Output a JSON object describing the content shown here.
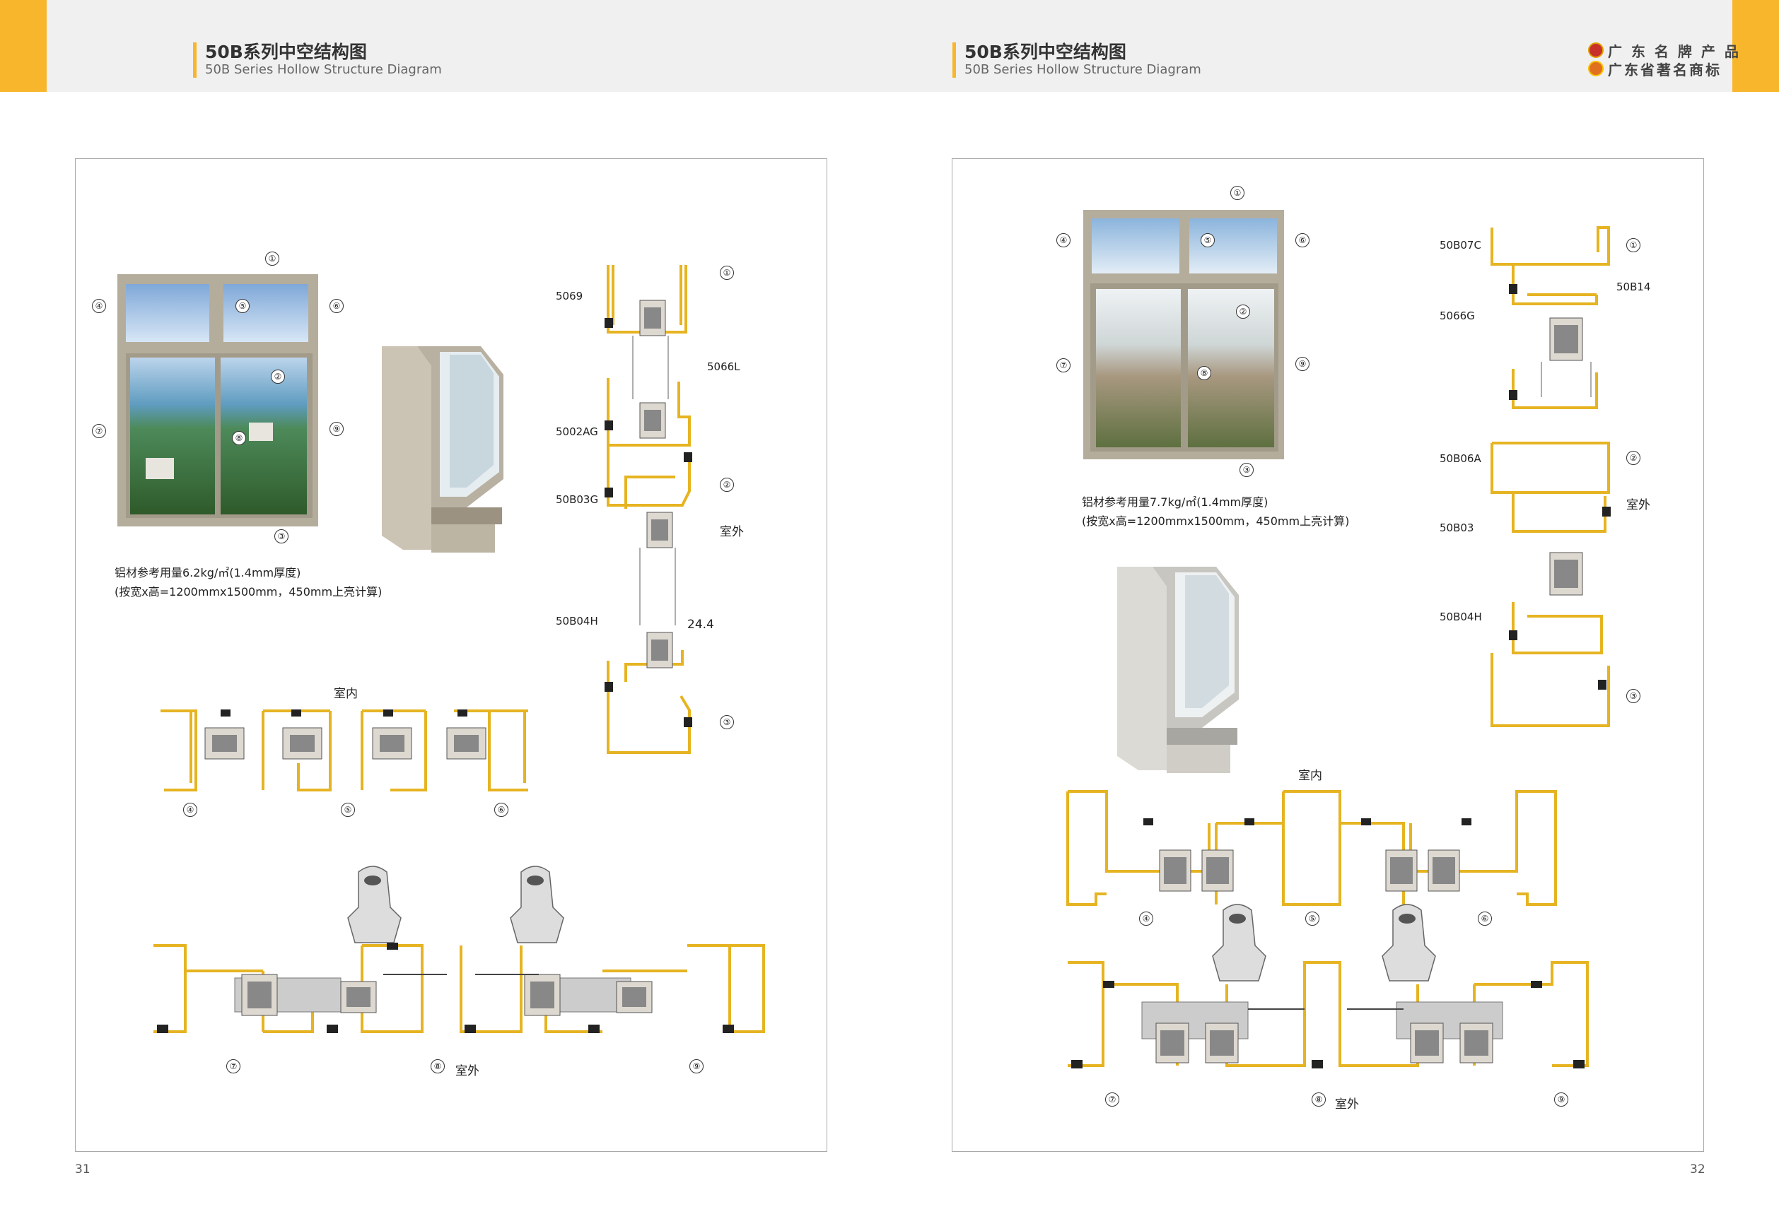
{
  "header": {
    "left": {
      "title": "50B系列中空结构图",
      "subtitle": "50B Series Hollow Structure Diagram"
    },
    "right": {
      "title": "50B系列中空结构图",
      "subtitle": "50B Series Hollow Structure Diagram"
    },
    "brand": [
      "广 东 名 牌 产 品",
      "广东省著名商标"
    ]
  },
  "left_page": {
    "page_number": "31",
    "note_line1": "铝材参考用量6.2kg/㎡(1.4mm厚度)",
    "note_line2": "(按宽x高=1200mmx1500mm，450mm上亮计算)",
    "profile_labels": [
      "5069",
      "5066L",
      "5002AG",
      "50B03G",
      "50B04H"
    ],
    "dimension": "24.4",
    "indoor": "室内",
    "outdoor": "室外"
  },
  "right_page": {
    "page_number": "32",
    "note_line1": "铝材参考用量7.7kg/㎡(1.4mm厚度)",
    "note_line2": "(按宽x高=1200mmx1500mm，450mm上亮计算)",
    "profile_labels": [
      "50B07C",
      "50B14",
      "5066G",
      "50B06A",
      "50B03",
      "50B04H"
    ],
    "indoor": "室内",
    "outdoor": "室外"
  },
  "markers": [
    "①",
    "②",
    "③",
    "④",
    "⑤",
    "⑥",
    "⑦",
    "⑧",
    "⑨"
  ],
  "colors": {
    "accent": "#f8b62d",
    "profile": "#e6b422",
    "frame": "#b5ad9c",
    "header_bg": "#f0f0f0"
  }
}
